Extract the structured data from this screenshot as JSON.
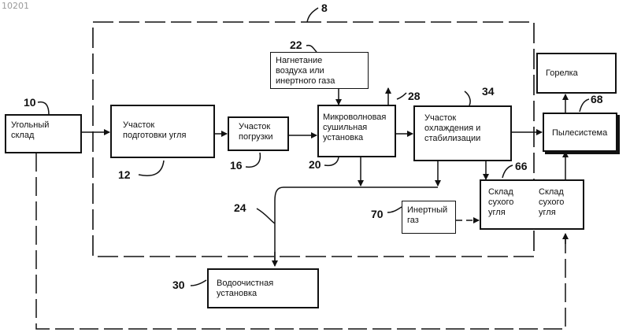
{
  "header": {
    "corner_id": "10201"
  },
  "diagram": {
    "refs": {
      "system": "8",
      "coal_storage": "10",
      "prep": "12",
      "loading": "16",
      "microwave": "20",
      "air_injection": "22",
      "water_treatment_line": "24",
      "vent": "28",
      "water_treatment": "30",
      "cooling": "34",
      "dry_storage": "66",
      "pulverizer": "68",
      "inert_gas": "70"
    },
    "blocks": {
      "coal_storage": "Угольный\nсклад",
      "prep": "Участок\nподготовки угля",
      "loading": "Участок\nпогрузки",
      "air_injection": "Нагнетание\nвоздуха или\nинертного газа",
      "microwave": "Микроволновая\nсушильная\nустановка",
      "cooling": "Участок\nохлаждения и\nстабилизации",
      "burner": "Горелка",
      "pulverizer": "Пылесистема",
      "dry_storage_left": "Склад\nсухого\nугля",
      "dry_storage_right": "Склад\nсухого\nугля",
      "inert_gas": "Инертный\nгаз",
      "water_treatment": "Водоочистная\nустановка"
    }
  }
}
